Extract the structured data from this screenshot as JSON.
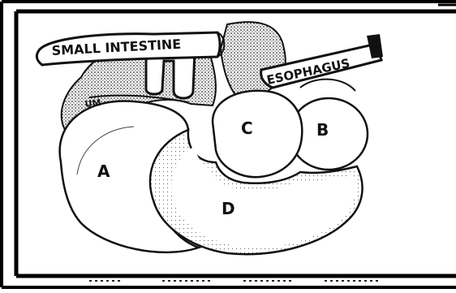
{
  "diagram": {
    "banners": {
      "small_intestine": "SMALL   INTESTINE",
      "esophagus": "ESOPHAGUS"
    },
    "partial_label": "UM",
    "labels": {
      "a": "A",
      "b": "B",
      "c": "C",
      "d": "D"
    }
  },
  "colors": {
    "ink": "#111111",
    "paper": "#ffffff",
    "frame": "#000000",
    "shade": "#9a9a9a"
  }
}
